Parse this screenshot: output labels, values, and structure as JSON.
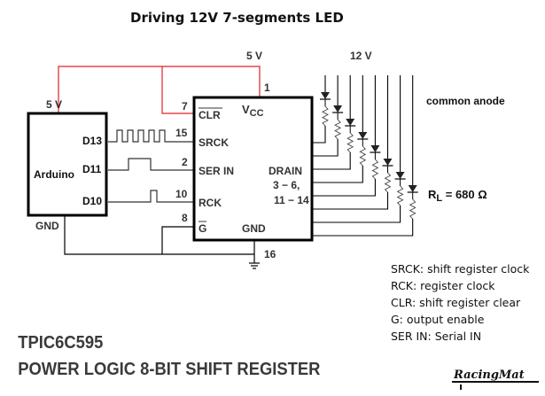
{
  "title": "Driving 12V 7-segments LED",
  "supply": {
    "arduino_5v": "5 V",
    "ic_5v": "5 V",
    "led_12v": "12 V"
  },
  "arduino": {
    "label": "Arduino",
    "pins": [
      "D13",
      "D11",
      "D10"
    ],
    "gnd": "GND"
  },
  "ic": {
    "pin_numbers": {
      "vcc": "1",
      "clr": "7",
      "srck": "15",
      "ser_in": "2",
      "rck": "10",
      "g": "8",
      "gnd": "16"
    },
    "pin_labels": {
      "clr": "CLR",
      "vcc_main": "V",
      "vcc_sub": "CC",
      "srck": "SRCK",
      "ser_in": "SER IN",
      "rck": "RCK",
      "g": "G",
      "gnd": "GND"
    },
    "drain_label": [
      "DRAIN",
      "3 − 6,",
      "11 − 14"
    ]
  },
  "leds": {
    "count": 8,
    "note": "common anode",
    "resistor_main": "R",
    "resistor_sub": "L",
    "resistor_value": " = 680 Ω"
  },
  "legend": [
    "SRCK: shift register clock",
    "RCK: register clock",
    "CLR: shift register clear",
    "G: output enable",
    "SER IN: Serial IN"
  ],
  "chip_name": "TPIC6C595",
  "chip_desc": "POWER LOGIC 8-BIT SHIFT REGISTER",
  "logo": "RacingMat",
  "colors": {
    "power_wire": "#e0212b",
    "wire": "#000000"
  }
}
